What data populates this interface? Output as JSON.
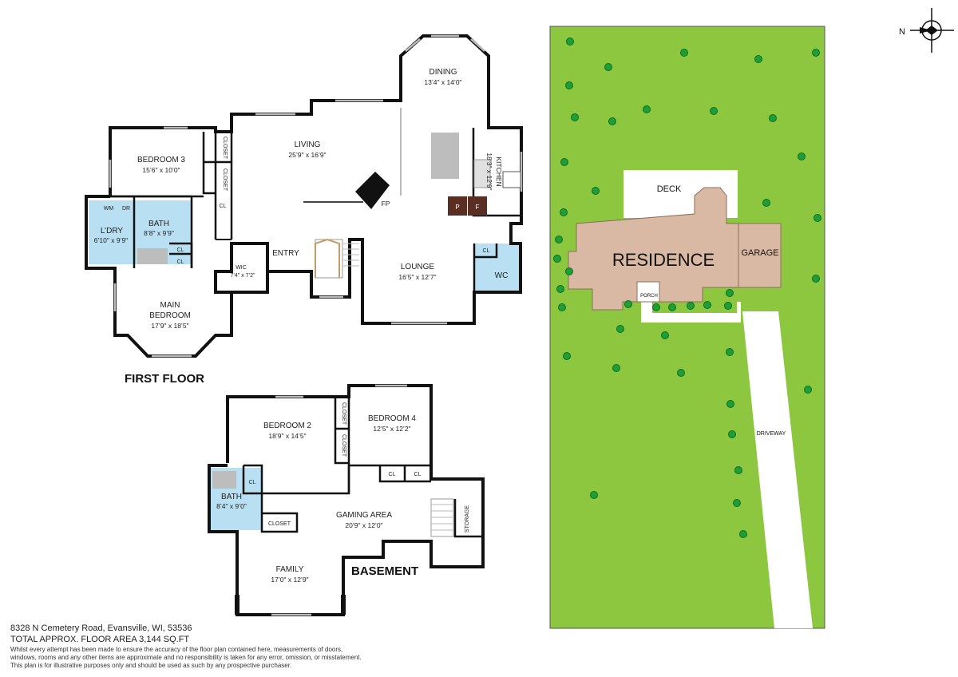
{
  "floors": {
    "first_floor_title": "FIRST FLOOR",
    "basement_title": "BASEMENT"
  },
  "first_floor_rooms": {
    "dining": {
      "name": "DINING",
      "dim": "13’4\" x 14’0\""
    },
    "living": {
      "name": "LIVING",
      "dim": "25’9\" x 16’9\""
    },
    "bedroom3": {
      "name": "BEDROOM 3",
      "dim": "15’6\" x 10’0\""
    },
    "kitchen": {
      "name": "KITCHEN",
      "dim": "18’3\" x 12’9\""
    },
    "laundry": {
      "name": "L’DRY",
      "dim": "6’10\" x 9’9\""
    },
    "bath": {
      "name": "BATH",
      "dim": "8’8\" x 9’9\""
    },
    "wic": {
      "name": "WIC",
      "dim": "7’4\" x 7’2\""
    },
    "entry": {
      "name": "ENTRY"
    },
    "lounge": {
      "name": "LOUNGE",
      "dim": "16’5\" x 12’7\""
    },
    "wc": {
      "name": "WC"
    },
    "main_bedroom": {
      "name1": "MAIN",
      "name2": "BEDROOM",
      "dim": "17’9\" x 18’5\""
    },
    "fp": "FP",
    "wm": "WM",
    "dr": "DR",
    "closet": "CLOSET",
    "cl": "CL",
    "p": "P",
    "f": "F"
  },
  "basement_rooms": {
    "bedroom2": {
      "name": "BEDROOM 2",
      "dim": "18’9\" x 14’5\""
    },
    "bedroom4": {
      "name": "BEDROOM 4",
      "dim": "12’5\" x 12’2\""
    },
    "bath": {
      "name": "BATH",
      "dim": "8’4\" x 9’0\""
    },
    "gaming": {
      "name": "GAMING AREA",
      "dim": "20’9\" x 12’0\""
    },
    "family": {
      "name": "FAMILY",
      "dim": "17’0\" x 12’9\""
    },
    "storage": "STORAGE",
    "closet": "CLOSET",
    "cl": "CL"
  },
  "site_plan": {
    "residence": "RESIDENCE",
    "garage": "GARAGE",
    "deck": "DECK",
    "porch": "PORCH",
    "driveway": "DRIVEWAY",
    "north": "N",
    "lawn_color": "#8dc63f",
    "building_color": "#d9b9a3"
  },
  "footer": {
    "address": "8328 N Cemetery Road, Evansville, WI, 53536",
    "total_area": "TOTAL APPROX. FLOOR AREA 3,144 SQ.FT",
    "disclaimer_1": "Whilst every attempt has been made to ensure the accuracy of the floor plan contained here, measurements of doors,",
    "disclaimer_2": "windows, rooms and any other items are approximate and no responsibility is taken for any error, omission, or misstatement.",
    "disclaimer_3": "This plan is for illustrative purposes only and should be used as such by any prospective purchaser."
  }
}
